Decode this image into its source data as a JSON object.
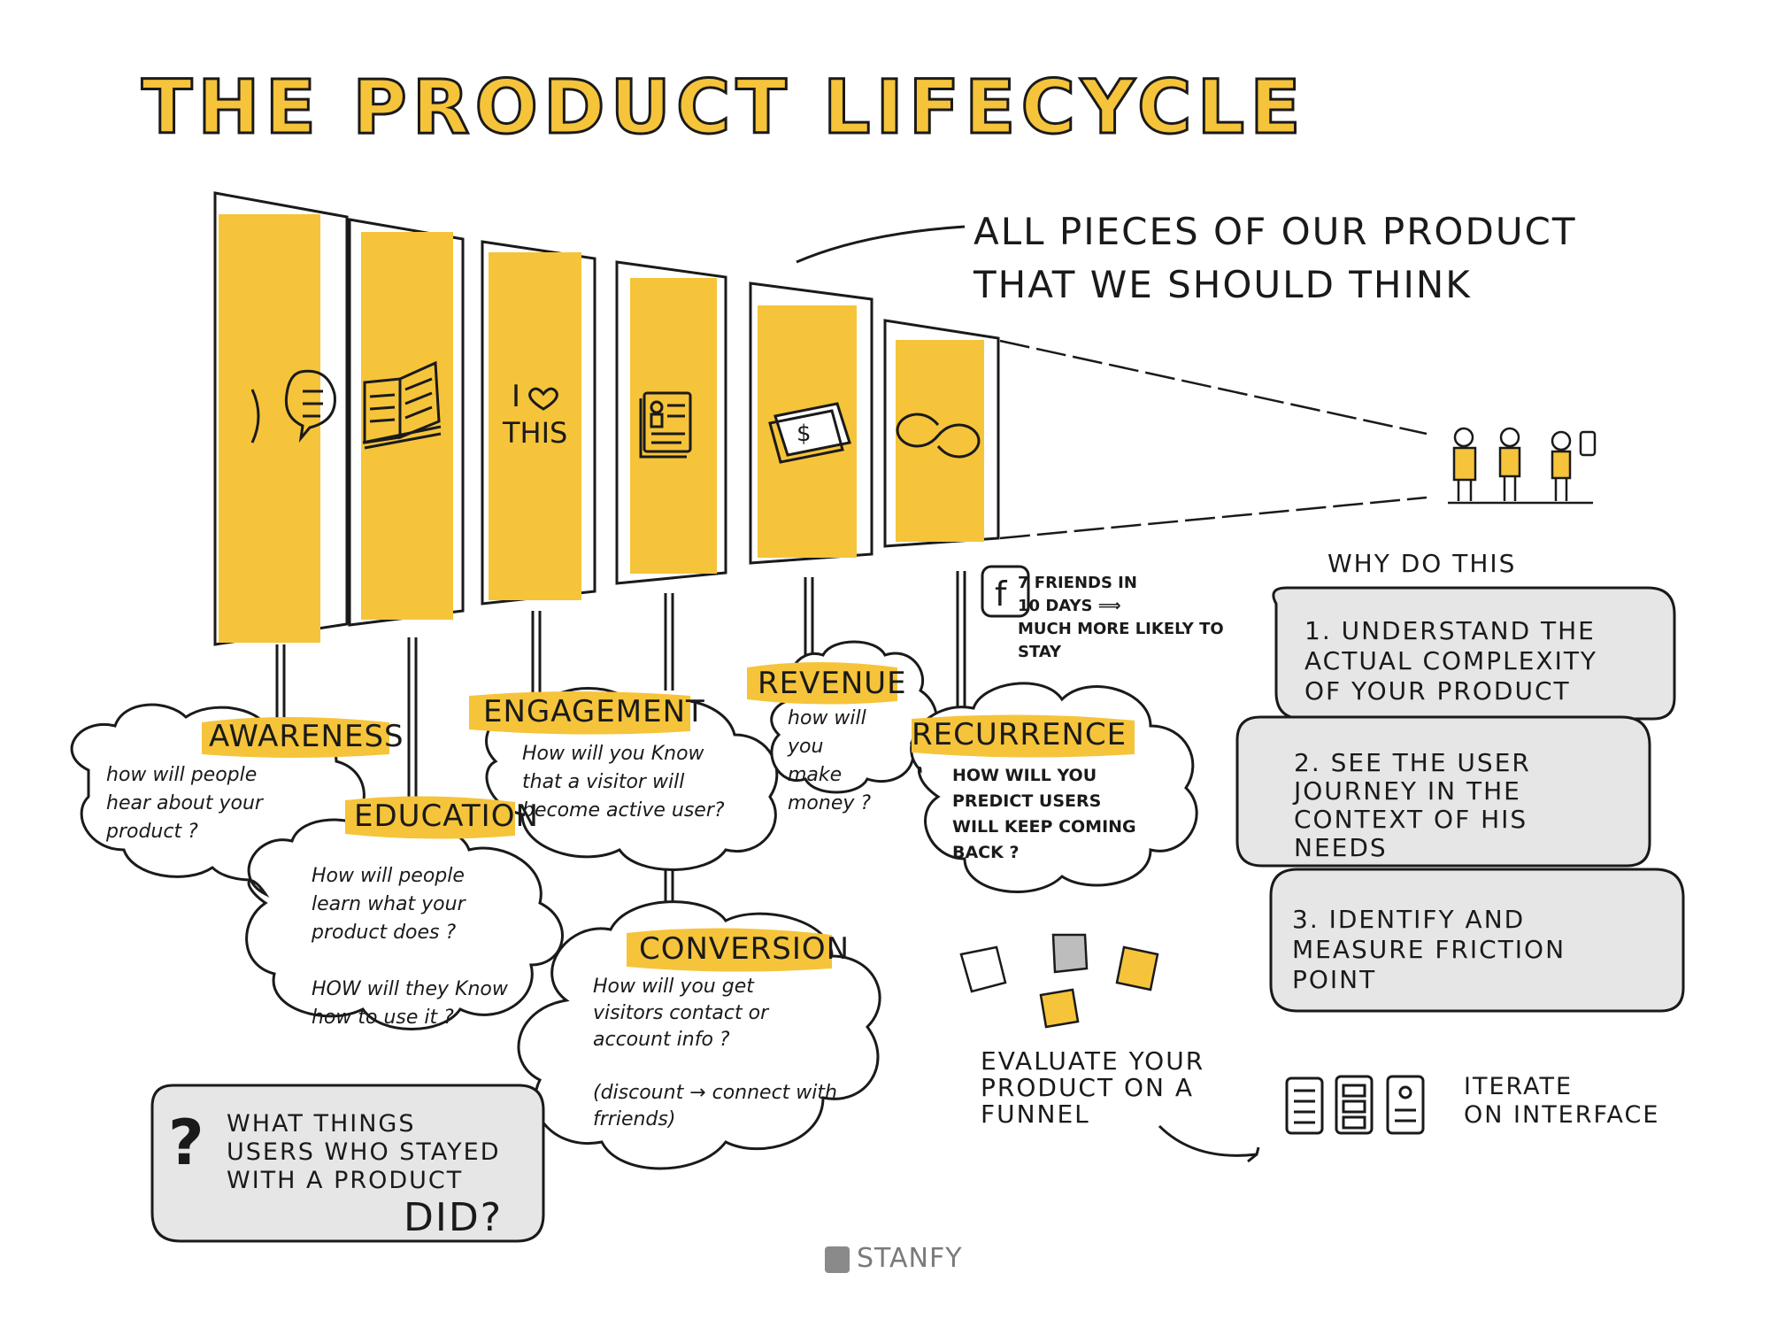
{
  "title": "THE PRODUCT LIFECYCLE",
  "callout": "ALL PIECES OF OUR PRODUCT\nTHAT WE SHOULD THINK",
  "panel3_text": {
    "top": "I",
    "bottom": "THIS"
  },
  "stages": [
    {
      "label": "AWARENESS",
      "question": "how will people\nhear about your\nproduct ?"
    },
    {
      "label": "EDUCATION",
      "question": "How will people\nlearn what your\nproduct does ?\n\nHOW will they Know\nhow to use it ?"
    },
    {
      "label": "ENGAGEMENT",
      "question": "How will you Know\nthat a visitor will\nbecome active user?"
    },
    {
      "label": "CONVERSION",
      "question": "How will you get\nvisitors contact or\naccount info ?\n\n(discount → connect with\nfrriends)"
    },
    {
      "label": "REVENUE",
      "question": "how will\nyou\nmake\nmoney ?"
    },
    {
      "label": "RECURRENCE",
      "question": "HOW WILL YOU\nPREDICT USERS\nWILL KEEP COMING\nBACK ?"
    }
  ],
  "facebook_note": "7 FRIENDS IN\n10 DAYS ⟹\nMUCH MORE LIKELY TO\nSTAY",
  "why": {
    "heading": "WHY DO THIS",
    "items": [
      "1. UNDERSTAND THE\nACTUAL COMPLEXITY\nOF YOUR PRODUCT",
      "2. SEE THE USER\nJOURNEY IN THE\nCONTEXT OF HIS\nNEEDS",
      "3. IDENTIFY AND\nMEASURE FRICTION\nPOINT"
    ]
  },
  "evaluate": "EVALUATE YOUR\nPRODUCT ON A\nFUNNEL",
  "iterate": "ITERATE\nON INTERFACE",
  "question_box": {
    "mark": "?",
    "text": "WHAT THINGS\nUSERS WHO STAYED\nWITH A PRODUCT",
    "did": "DID?"
  },
  "brand": "STANFY",
  "colors": {
    "yellow": "#f6c43a",
    "grey": "#e6e6e6",
    "ink": "#1a1a1a"
  }
}
